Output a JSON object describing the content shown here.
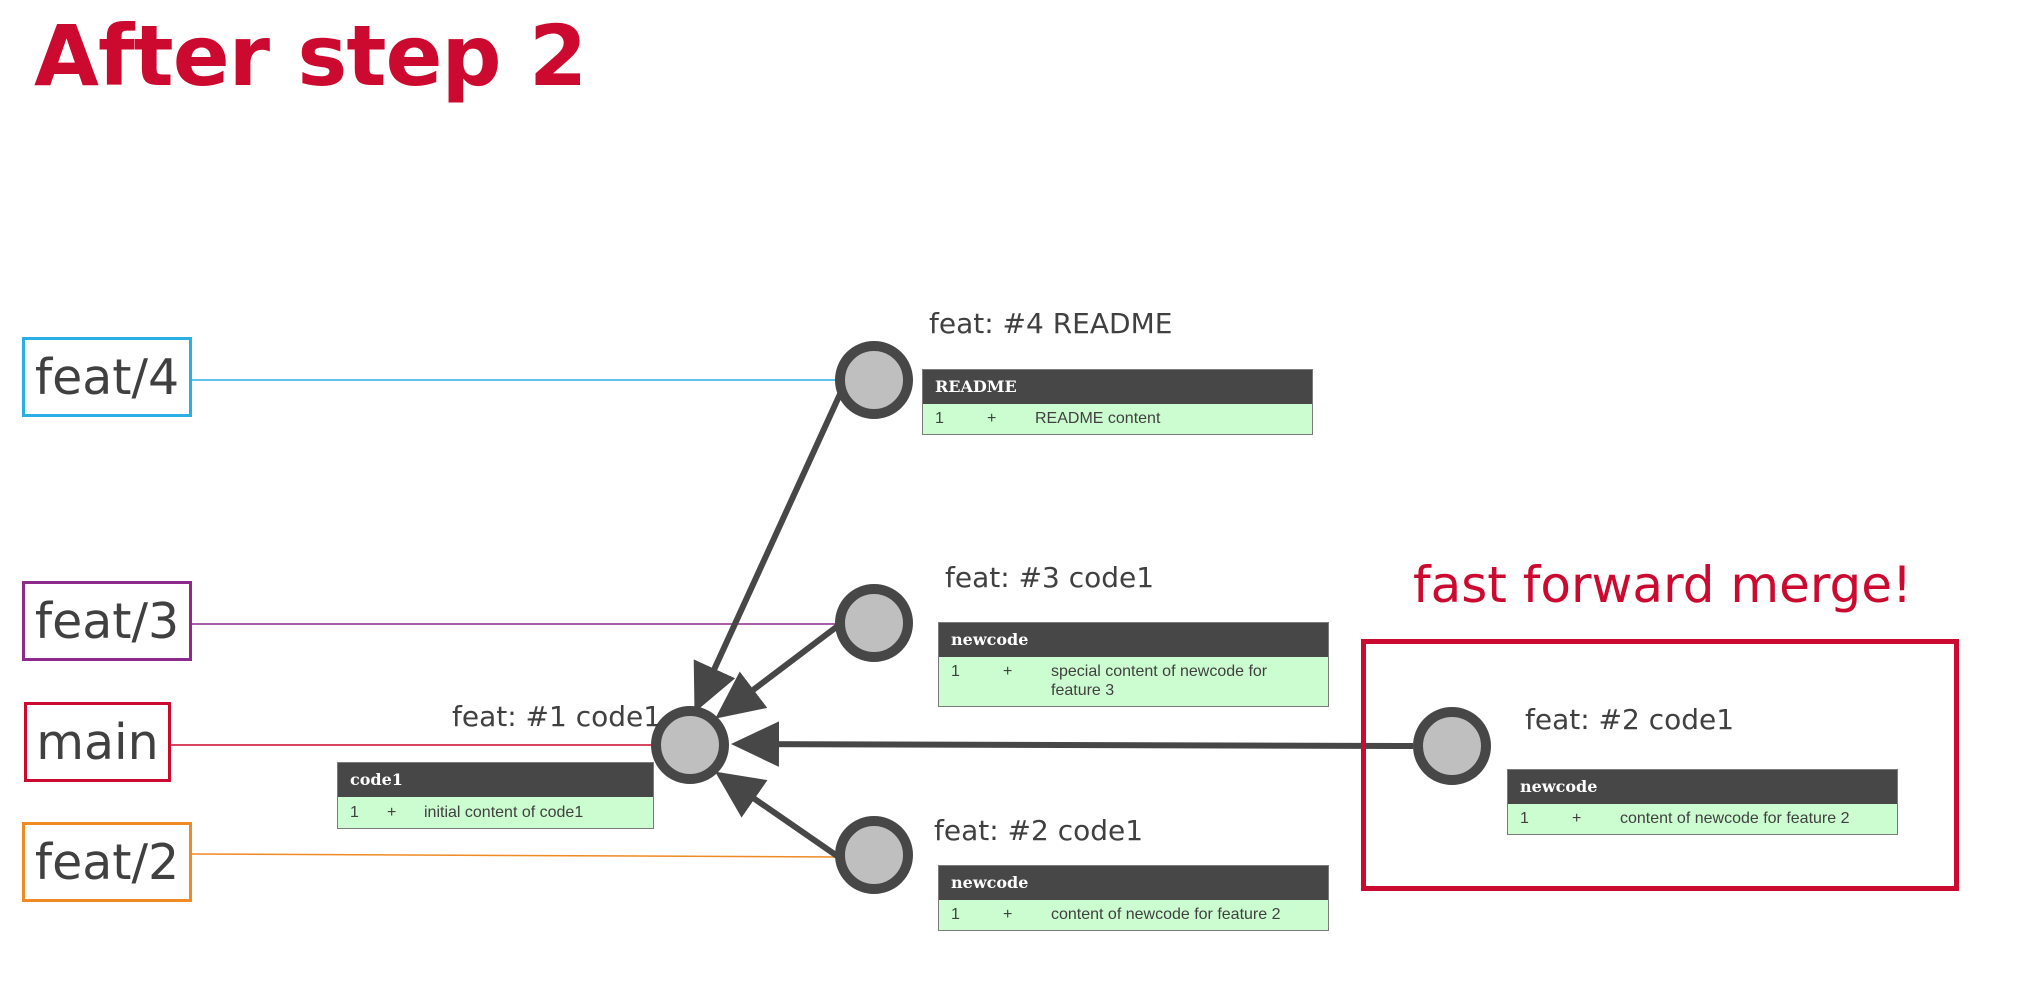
{
  "title": "After step 2",
  "branches": {
    "feat4": "feat/4",
    "feat3": "feat/3",
    "main": "main",
    "feat2": "feat/2"
  },
  "commits": {
    "c1": {
      "message": "feat: #1 code1",
      "file": "code1",
      "line_no": "1",
      "sign": "+",
      "content": "initial content of code1"
    },
    "c4": {
      "message": "feat: #4 README",
      "file": "README",
      "line_no": "1",
      "sign": "+",
      "content": "README content"
    },
    "c3": {
      "message": "feat: #3 code1",
      "file": "newcode",
      "line_no": "1",
      "sign": "+",
      "content": "special content of newcode for feature 3"
    },
    "c2": {
      "message": "feat: #2 code1",
      "file": "newcode",
      "line_no": "1",
      "sign": "+",
      "content": "content of newcode for feature 2"
    },
    "c2_merged": {
      "message": "feat: #2 code1",
      "file": "newcode",
      "line_no": "1",
      "sign": "+",
      "content": "content of newcode for feature 2"
    }
  },
  "merge_callout": "fast forward merge!",
  "colors": {
    "title": "#cc0a2f",
    "feat4": "#2aaee6",
    "feat3": "#8e2a8c",
    "main": "#cc0a2f",
    "feat2": "#ef8a24",
    "commit_node": "#474747",
    "commit_fill": "#bfbfbf",
    "diff_header": "#474747",
    "diff_body": "#ccfdd0"
  }
}
